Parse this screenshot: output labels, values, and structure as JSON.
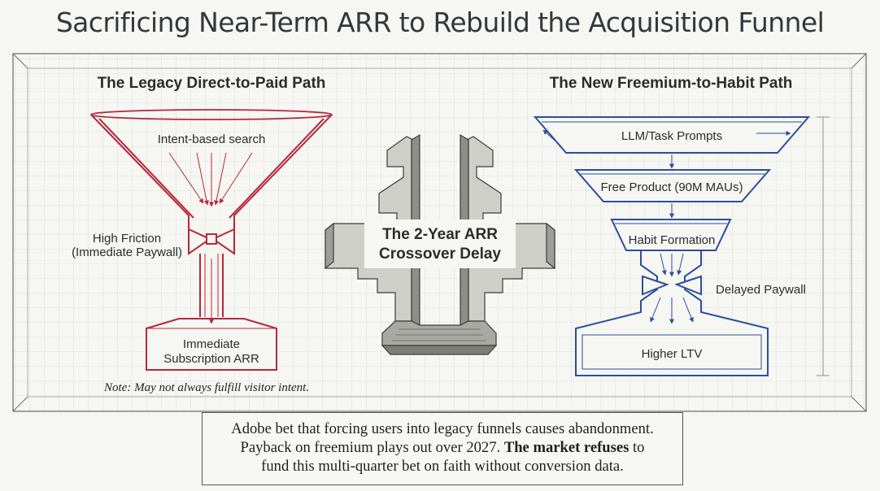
{
  "header": {
    "title": "Sacrificing Near-Term ARR to Rebuild the Acquisition Funnel"
  },
  "legacy": {
    "heading": "The Legacy Direct-to-Paid Path",
    "input_label": "Intent-based search",
    "friction_line1": "High Friction",
    "friction_line2": "(Immediate Paywall)",
    "output_line1": "Immediate",
    "output_line2": "Subscription ARR",
    "note": "Note: May not always fulfill visitor intent."
  },
  "center": {
    "line1": "The 2-Year ARR",
    "line2": "Crossover Delay"
  },
  "freemium": {
    "heading": "The New Freemium-to-Habit Path",
    "stage1": "LLM/Task Prompts",
    "stage2": "Free Product (90M MAUs)",
    "stage3": "Habit Formation",
    "paywall": "Delayed Paywall",
    "output": "Higher LTV"
  },
  "callout": {
    "line1": "Adobe bet that forcing users into legacy funnels causes abandonment.",
    "line2": "Payback on freemium plays out over 2027.",
    "bold": "The market refuses",
    "line3_tail": " to",
    "line4": "fund this multi-quarter bet on faith without conversion data."
  },
  "colors": {
    "legacy_red": "#b5283a",
    "freemium_blue": "#2a4f9a",
    "grid": "#d9d9d4",
    "ink": "#2c2c2c"
  }
}
